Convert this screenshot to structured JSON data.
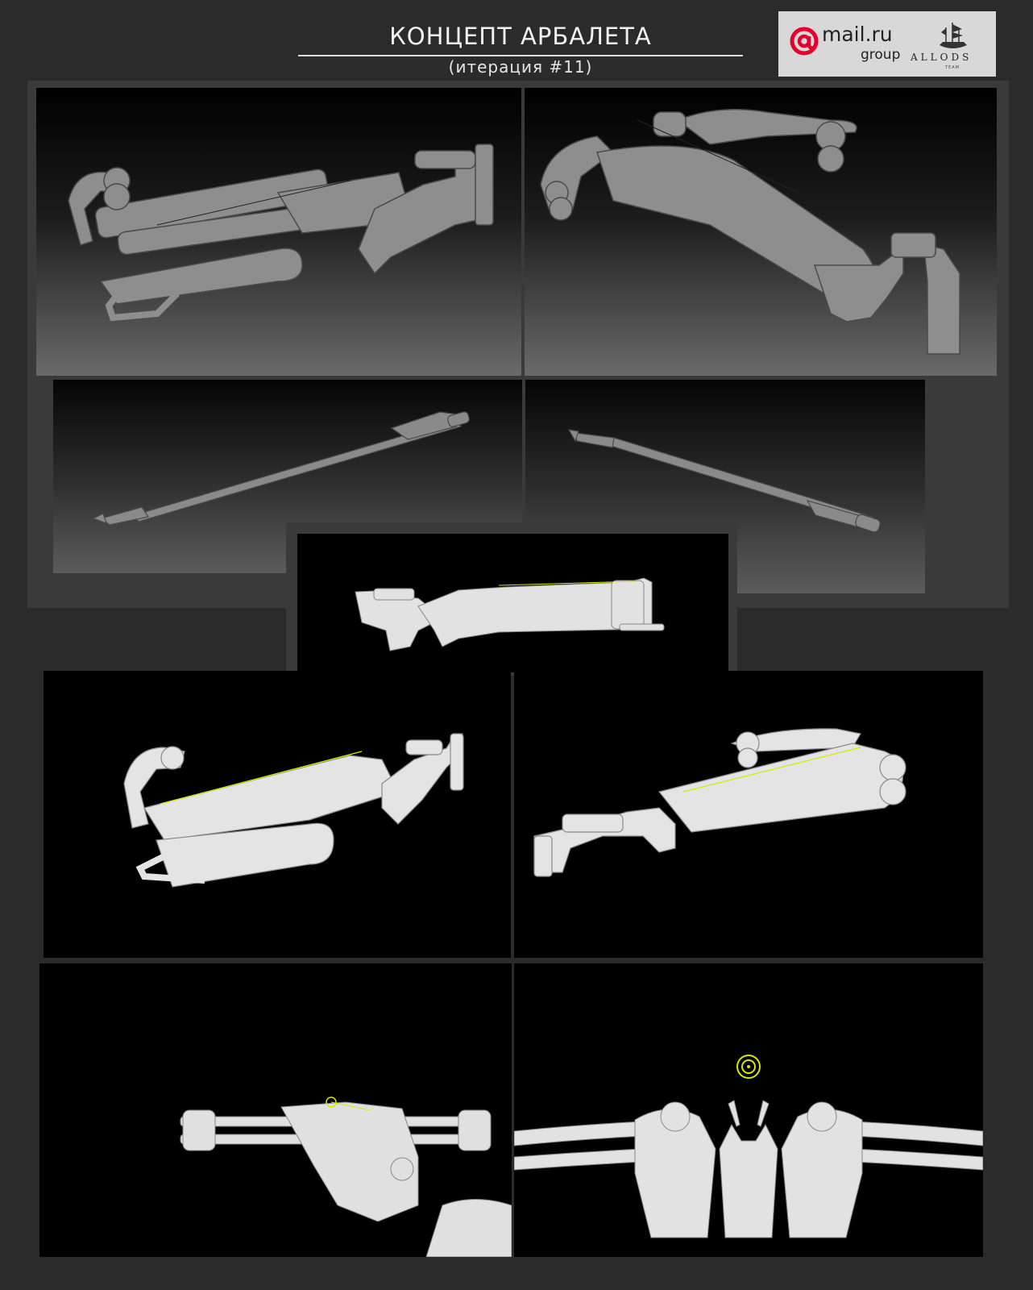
{
  "header": {
    "title": "КОНЦЕПТ АРБАЛЕТА",
    "subtitle": "(итерация #11)"
  },
  "logo": {
    "mail_text": "mail.ru",
    "group_text": "group",
    "allods_text": "ALLODS",
    "team_text": "TEAM",
    "accent_color": "#e4002b"
  },
  "colors": {
    "page_background": "#2b2b2b",
    "clay_grey": "#9a9a9a",
    "clay_white": "#e6e6e6",
    "bowstring_highlight": "#d8e800"
  },
  "renders": [
    {
      "icon": "crossbow-clay-grey-left-view"
    },
    {
      "icon": "crossbow-clay-grey-right-view"
    },
    {
      "icon": "bolt-left-view"
    },
    {
      "icon": "bolt-right-view"
    },
    {
      "icon": "crossbow-white-side-view"
    },
    {
      "icon": "crossbow-white-left-view"
    },
    {
      "icon": "crossbow-white-right-view"
    },
    {
      "icon": "crossbow-white-first-person-view"
    },
    {
      "icon": "crossbow-white-front-view-with-reticle"
    }
  ]
}
